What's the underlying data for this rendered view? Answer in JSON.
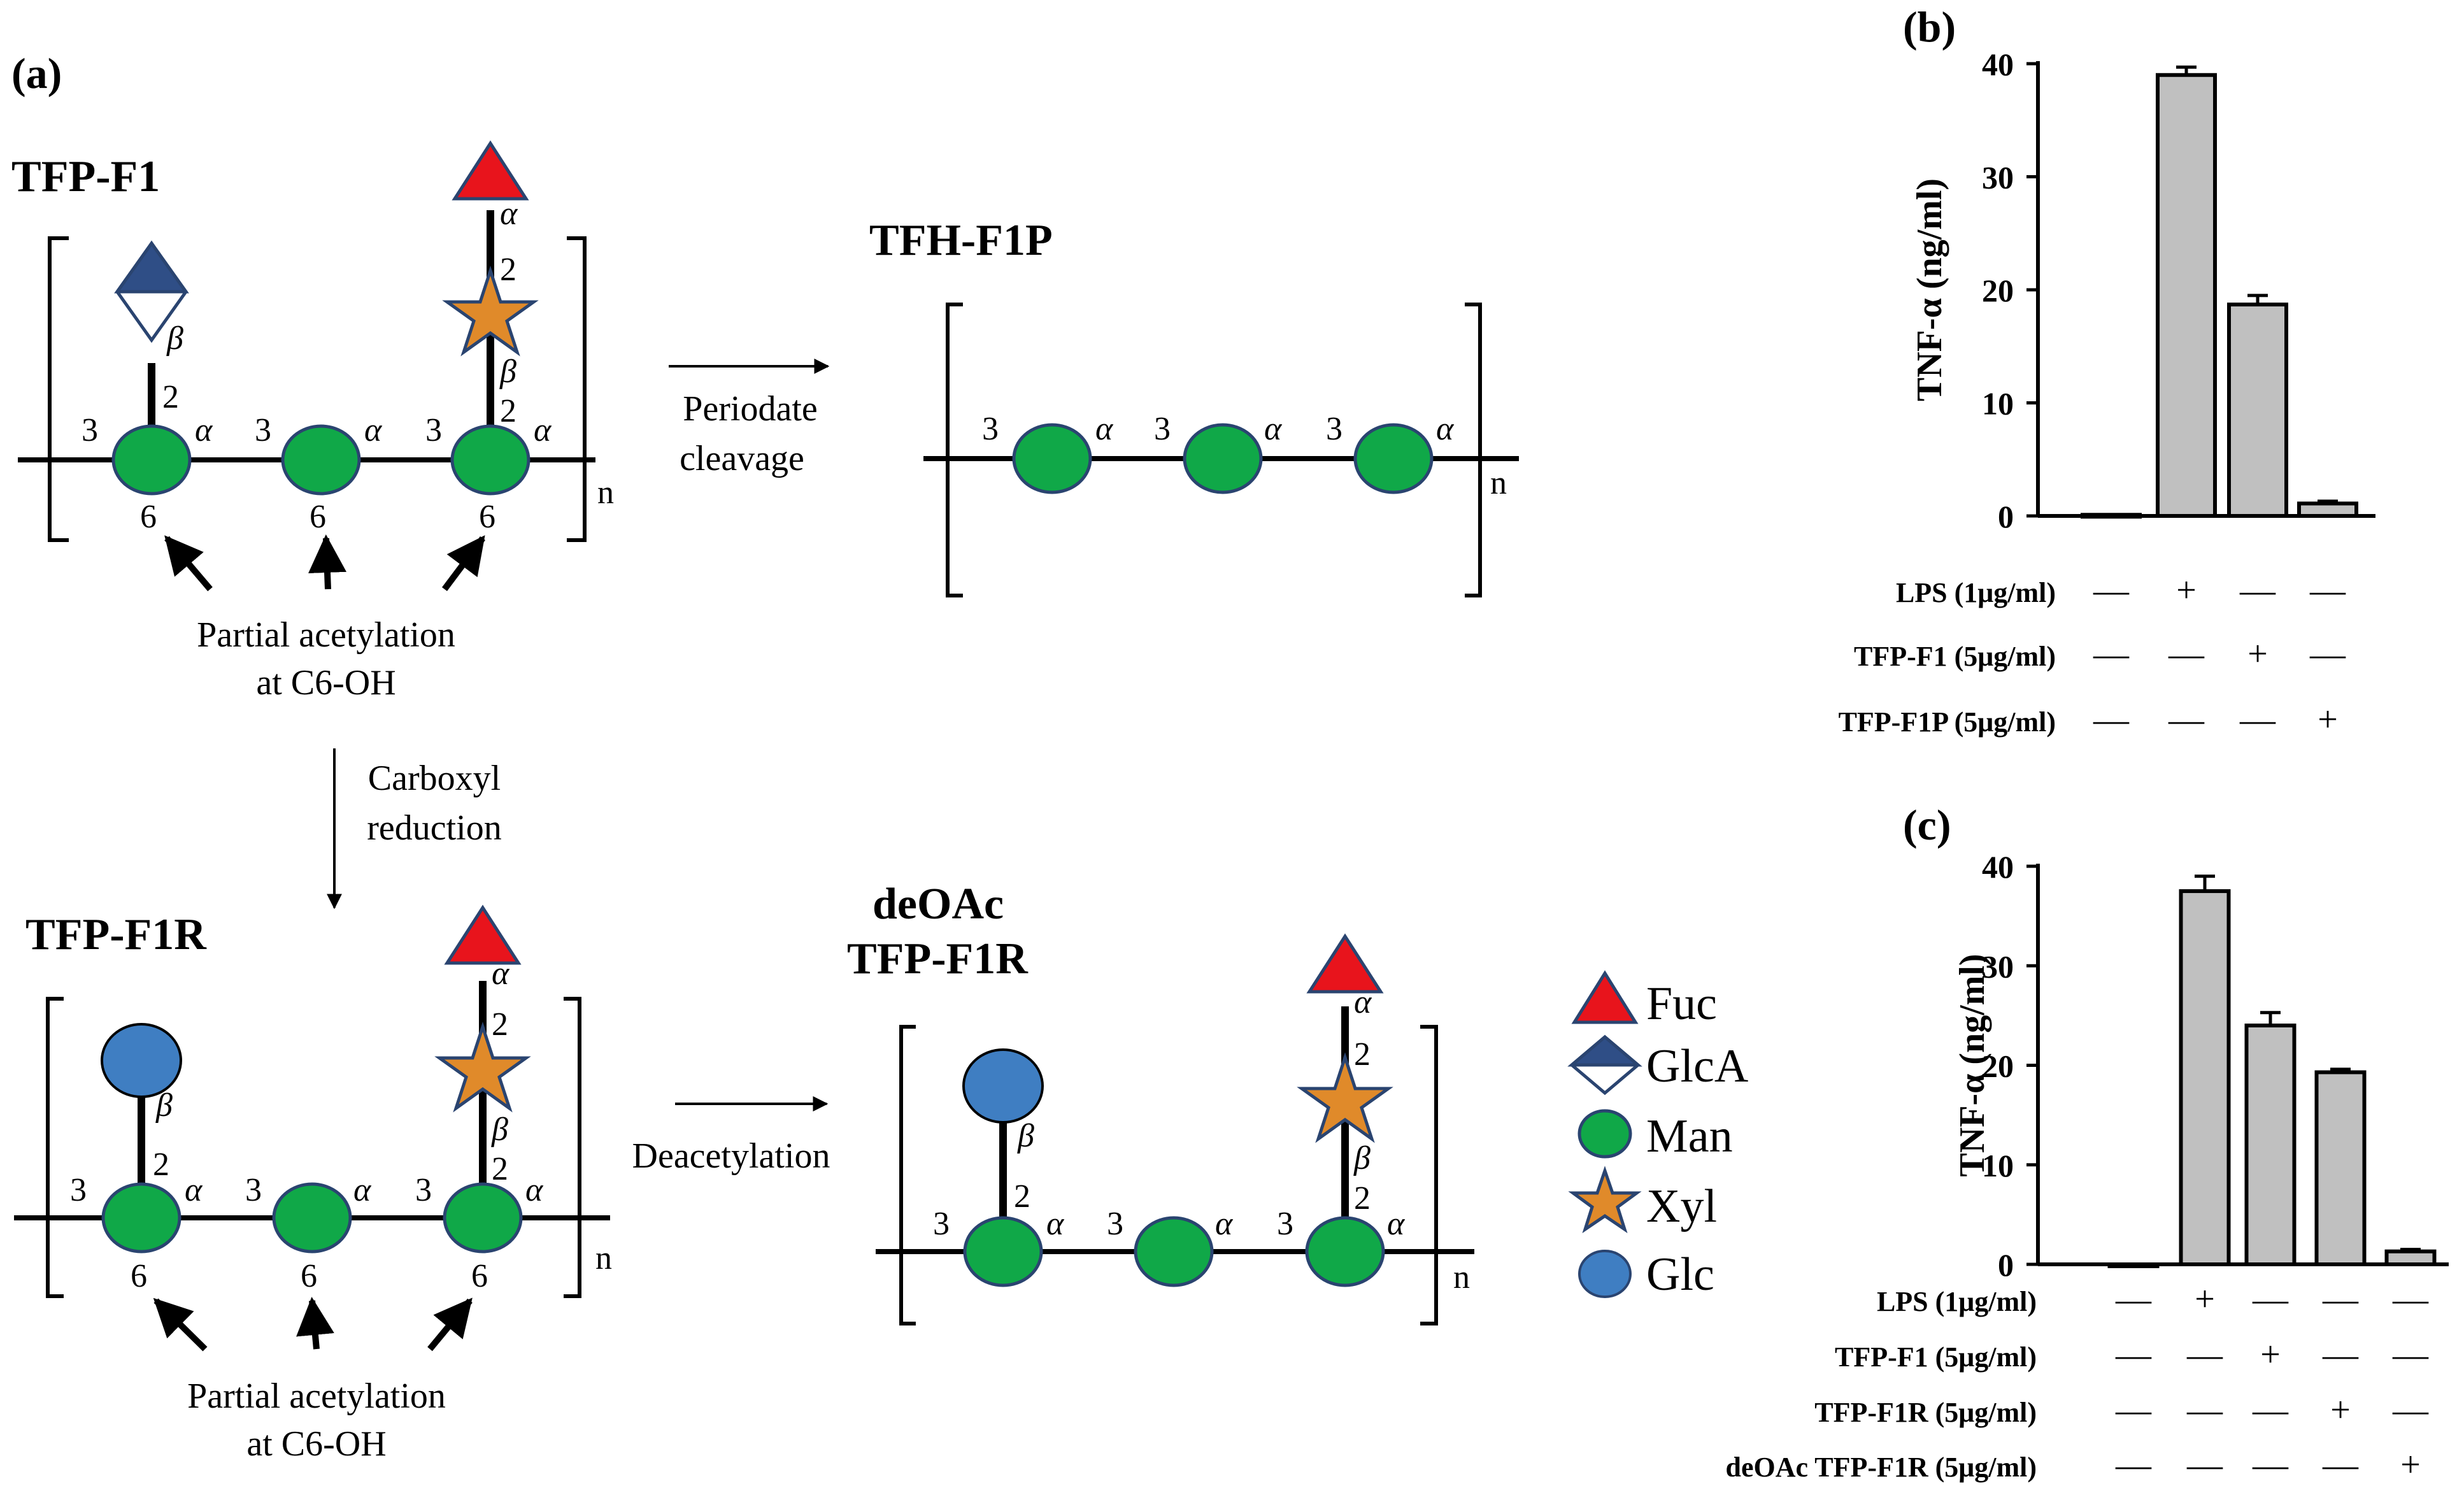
{
  "panel_a": {
    "label": "(a)",
    "tfp_f1": {
      "title": "TFP-F1",
      "acetylation_line1": "Partial acetylation",
      "acetylation_line2": "at C6-OH"
    },
    "tfh_f1p": {
      "title": "TFH-F1P"
    },
    "tfp_f1r": {
      "title": "TFP-F1R",
      "acetylation_line1": "Partial acetylation",
      "acetylation_line2": "at C6-OH"
    },
    "deoac": {
      "title_line1": "deOAc",
      "title_line2": "TFP-F1R"
    },
    "arrows": {
      "periodate_line1": "Periodate",
      "periodate_line2": "cleavage",
      "carboxyl_line1": "Carboxyl",
      "carboxyl_line2": "reduction",
      "deacetylation": "Deacetylation"
    },
    "linkage": {
      "alpha": "α",
      "beta": "β",
      "n": "n",
      "pos2": "2",
      "pos3": "3",
      "pos6": "6"
    },
    "legend": [
      {
        "label": "Fuc",
        "icon": "fucose-triangle-icon",
        "color": "#e8141c"
      },
      {
        "label": "GlcA",
        "icon": "glca-diamond-icon",
        "color": "#2f4e86"
      },
      {
        "label": "Man",
        "icon": "mannose-circle-icon",
        "color": "#10a848"
      },
      {
        "label": "Xyl",
        "icon": "xylose-star-icon",
        "color": "#e08a2a"
      },
      {
        "label": "Glc",
        "icon": "glucose-circle-icon",
        "color": "#3f7ec2"
      }
    ]
  },
  "chart_data": [
    {
      "panel": "(b)",
      "type": "bar",
      "ylabel": "TNF-α (ng/ml)",
      "ylim": [
        0,
        40
      ],
      "yticks": [
        0,
        10,
        20,
        30,
        40
      ],
      "values": [
        0.1,
        39.0,
        18.7,
        1.1
      ],
      "errors": [
        0,
        0.7,
        0.8,
        0.2
      ],
      "bar_color": "#c0c0c0",
      "conditions": [
        {
          "label": "LPS (1μg/ml)",
          "marks": [
            "—",
            "+",
            "—",
            "—"
          ]
        },
        {
          "label": "TFP-F1 (5μg/ml)",
          "marks": [
            "—",
            "—",
            "+",
            "—"
          ]
        },
        {
          "label": "TFP-F1P (5μg/ml)",
          "marks": [
            "—",
            "—",
            "—",
            "+"
          ]
        }
      ]
    },
    {
      "panel": "(c)",
      "type": "bar",
      "ylabel": "TNF-α (ng/ml)",
      "ylim": [
        0,
        40
      ],
      "yticks": [
        0,
        10,
        20,
        30,
        40
      ],
      "values": [
        0,
        37.5,
        24.0,
        19.3,
        1.3
      ],
      "errors": [
        0,
        1.5,
        1.3,
        0.3,
        0.2
      ],
      "bar_color": "#c0c0c0",
      "conditions": [
        {
          "label": "LPS (1μg/ml)",
          "marks": [
            "—",
            "+",
            "—",
            "—",
            "—"
          ]
        },
        {
          "label": "TFP-F1 (5μg/ml)",
          "marks": [
            "—",
            "—",
            "+",
            "—",
            "—"
          ]
        },
        {
          "label": "TFP-F1R (5μg/ml)",
          "marks": [
            "—",
            "—",
            "—",
            "+",
            "—"
          ]
        },
        {
          "label": "deOAc TFP-F1R (5μg/ml)",
          "marks": [
            "—",
            "—",
            "—",
            "—",
            "+"
          ]
        }
      ]
    }
  ]
}
